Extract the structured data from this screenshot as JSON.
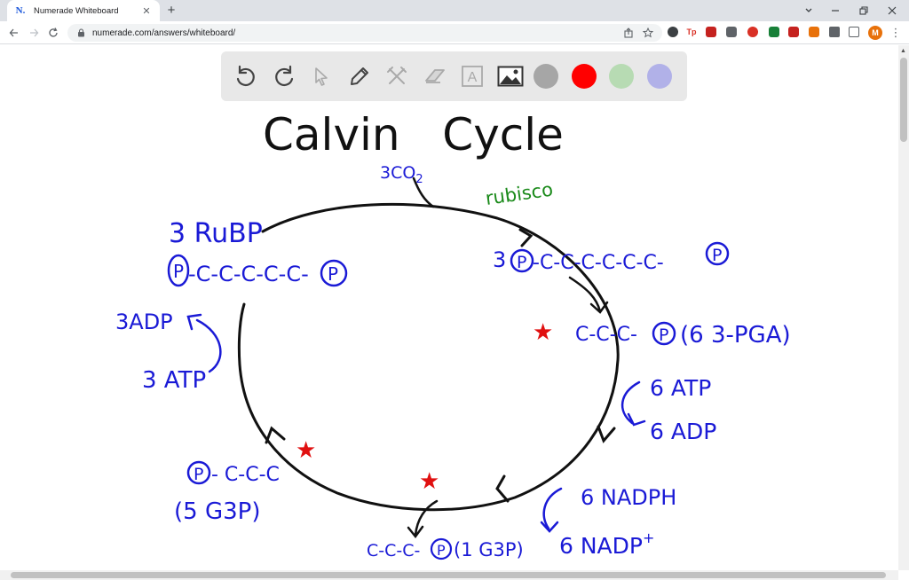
{
  "browser": {
    "tab_title": "Numerade Whiteboard",
    "favicon_text": "N.",
    "new_tab": "+",
    "close": "✕",
    "url": "numerade.com/answers/whiteboard/",
    "profile_initial": "M"
  },
  "toolbar": {
    "tools": [
      "undo-icon",
      "redo-icon",
      "cursor-icon",
      "pen-icon",
      "tools-icon",
      "eraser-icon",
      "text-icon",
      "image-icon"
    ],
    "text_tool_label": "A",
    "colors": [
      "#a6a6a6",
      "#ff0000",
      "#b7dbb3",
      "#b1b1e8"
    ]
  },
  "whiteboard": {
    "title": "Calvin   Cycle",
    "co2": "3CO",
    "co2_sub": "2",
    "enzyme": "rubisco",
    "rubp_label": "3 RuBP",
    "rubp_chain": "-C-C-C-C-C-",
    "six_carbon_coef": "3",
    "six_carbon_chain": "-C-C-C-C-C-C-",
    "pga_chain": "C-C-C-",
    "pga_label": "(6 3-PGA)",
    "atp_in_right": "6 ATP",
    "adp_out_right": "6 ADP",
    "nadph_in": "6 NADPH",
    "nadp_out": "6 NADP",
    "nadp_sup": "+",
    "g3p_out_chain": "C-C-C-",
    "g3p_out_label": "(1 G3P)",
    "g3p_recycled_chain": "- C-C-C",
    "g3p_recycled_label": "(5 G3P)",
    "adp_left": "3ADP",
    "atp_left": "3 ATP",
    "phosphate": "P",
    "star": "★"
  },
  "colors": {
    "ink_black": "#111111",
    "ink_blue": "#1a1ad6",
    "ink_green": "#1a8a1a",
    "ink_red": "#e01010"
  }
}
